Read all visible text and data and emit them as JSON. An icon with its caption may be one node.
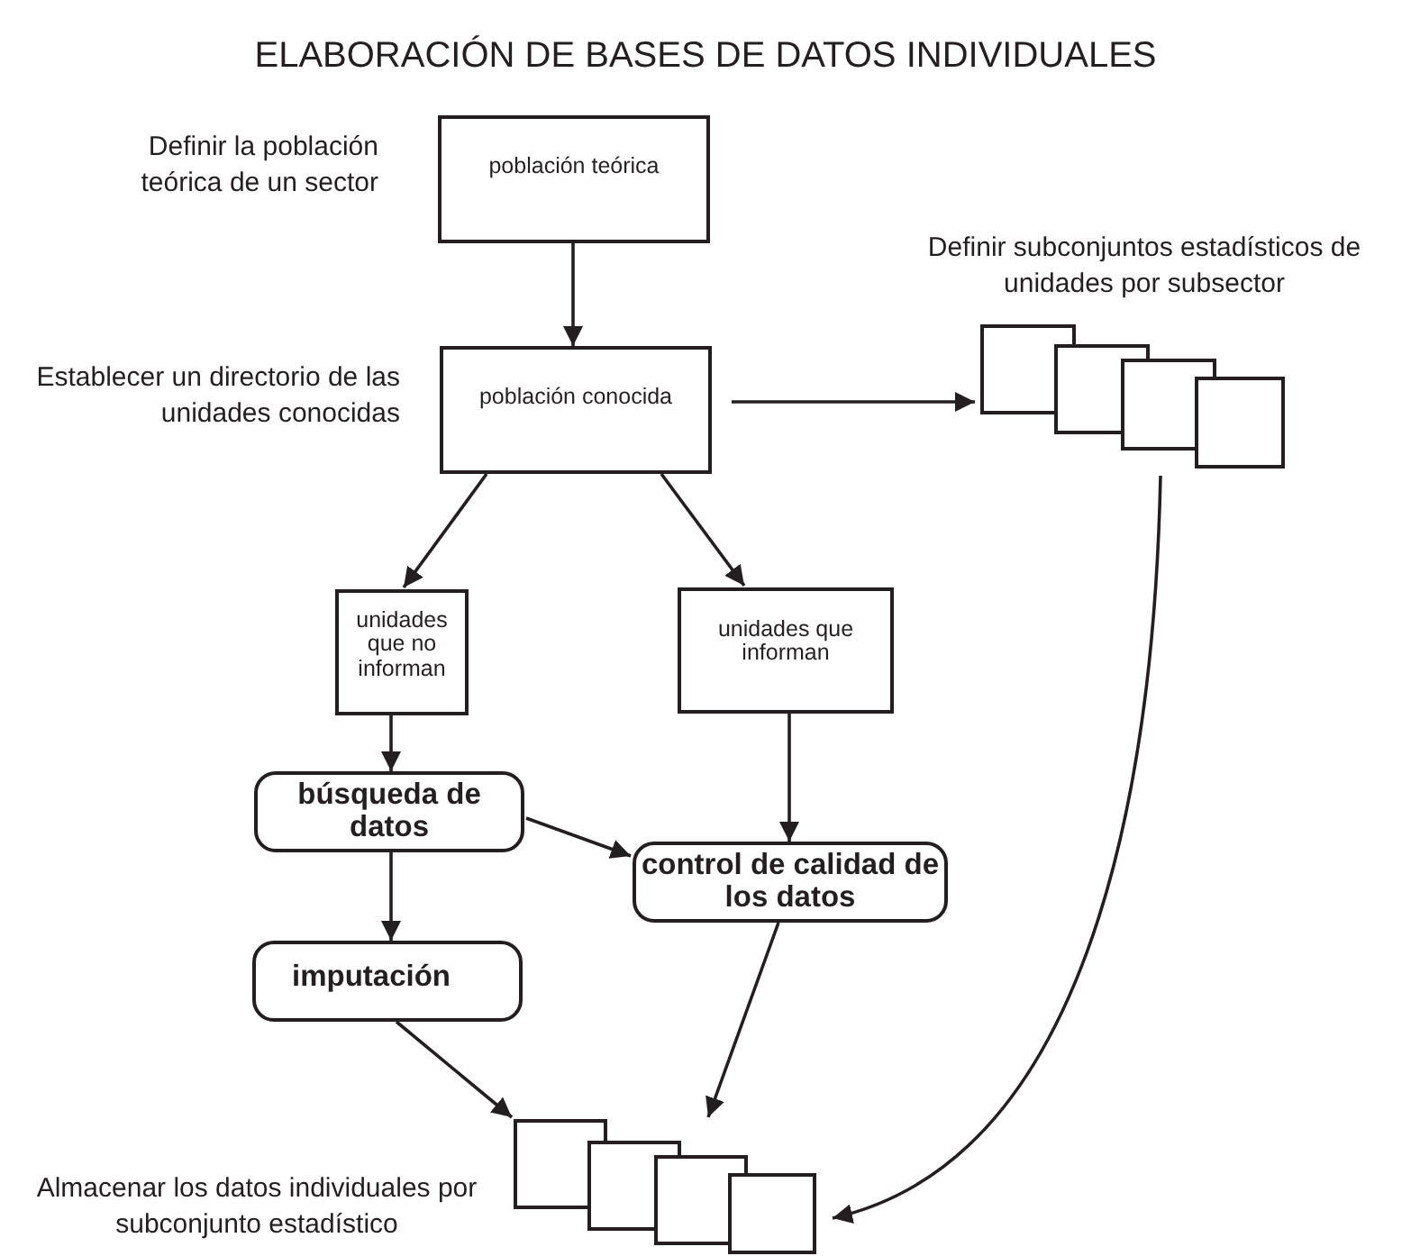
{
  "diagram": {
    "title": "ELABORACIÓN DE BASES DE DATOS INDIVIDUALES",
    "nodes": [
      {
        "text": [
          "población teórica"
        ],
        "beside": [
          "Definir la población teórica de un sector"
        ]
      },
      {
        "text": [
          "población conocida"
        ],
        "beside": [
          "Establecer un directorio de las unidades conocidas"
        ]
      },
      {
        "text": [],
        "shape": "stack",
        "beside": [
          "Definir subconjuntos estadísticos de unidades por subsector"
        ]
      },
      {
        "text": [
          "unidades que no informan"
        ]
      },
      {
        "text": [
          "unidades que informan"
        ]
      },
      {
        "text": [
          "búsqueda de datos"
        ]
      },
      {
        "text": [
          "control de calidad de los datos"
        ]
      },
      {
        "text": [
          "imputación"
        ]
      },
      {
        "text": [],
        "shape": "stack",
        "beside": [
          "Almacenar los datos individuales por subconjunto estadístico"
        ]
      }
    ],
    "edges": [
      {
        "from": 0,
        "to": 1,
        "arrow": "to"
      },
      {
        "from": 1,
        "to": 3,
        "arrow": "to"
      },
      {
        "from": 1,
        "to": 4,
        "arrow": "to"
      },
      {
        "from": 3,
        "to": 5,
        "arrow": "to"
      },
      {
        "from": 4,
        "to": 6,
        "arrow": "to"
      },
      {
        "from": 5,
        "to": 6,
        "arrow": "to"
      },
      {
        "from": 5,
        "to": 7,
        "arrow": "to"
      },
      {
        "from": 7,
        "to": 8,
        "arrow": "to"
      },
      {
        "from": 6,
        "to": 8,
        "arrow": "to"
      },
      {
        "from": 1,
        "to": 2,
        "arrow": "to"
      },
      {
        "from": 2,
        "to": 8,
        "arrow": "to"
      }
    ]
  }
}
